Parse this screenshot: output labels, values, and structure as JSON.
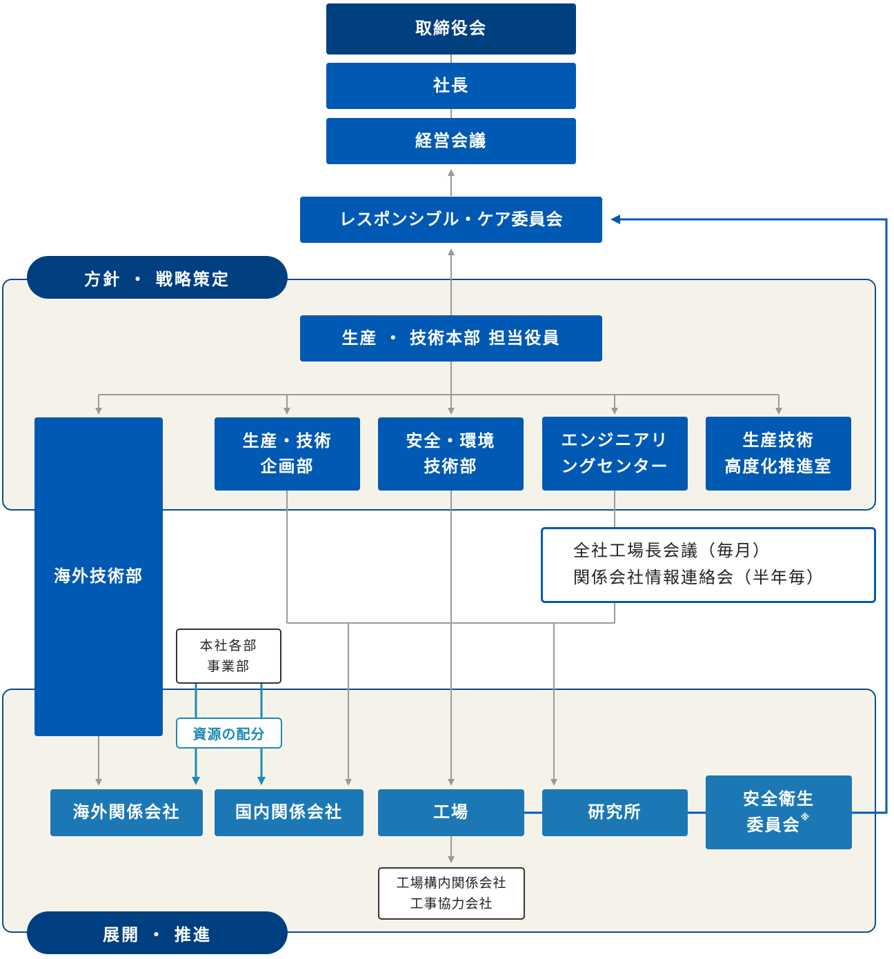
{
  "colors": {
    "top_navy": "#003f80",
    "box_blue": "#0059b3",
    "box_teal": "#1c78b5",
    "panel_bg": "#f5f3e9",
    "connector_gray": "#999999",
    "feedback_blue": "#0059b3",
    "allocation_teal": "#1a8ab4"
  },
  "hierarchy": {
    "board": "取締役会",
    "president": "社長",
    "management_meeting": "経営会議",
    "rc_committee": "レスポンシブル・ケア委員会"
  },
  "policy_panel": {
    "label": "方針 ・ 戦略策定",
    "executive": "生産 ・ 技術本部 担当役員",
    "departments": [
      {
        "line1": "海外技術部",
        "line2": ""
      },
      {
        "line1": "生産・技術",
        "line2": "企画部"
      },
      {
        "line1": "安全・環境",
        "line2": "技術部"
      },
      {
        "line1": "エンジニアリ",
        "line2": "ングセンター"
      },
      {
        "line1": "生産技術",
        "line2": "高度化推進室"
      }
    ]
  },
  "meetings": {
    "line1": "全社工場長会議（毎月）",
    "line2": "関係会社情報連絡会（半年毎）"
  },
  "hq_box": {
    "line1": "本社各部",
    "line2": "事業部"
  },
  "allocation_label": "資源の配分",
  "execution_panel": {
    "label": "展開 ・ 推進",
    "units": [
      {
        "line1": "海外関係会社",
        "line2": ""
      },
      {
        "line1": "国内関係会社",
        "line2": ""
      },
      {
        "line1": "工場",
        "line2": ""
      },
      {
        "line1": "研究所",
        "line2": ""
      },
      {
        "line1": "安全衛生",
        "line2": "委員会",
        "note": "※"
      }
    ],
    "factory_sub": {
      "line1": "工場構内関係会社",
      "line2": "工事協力会社"
    }
  }
}
